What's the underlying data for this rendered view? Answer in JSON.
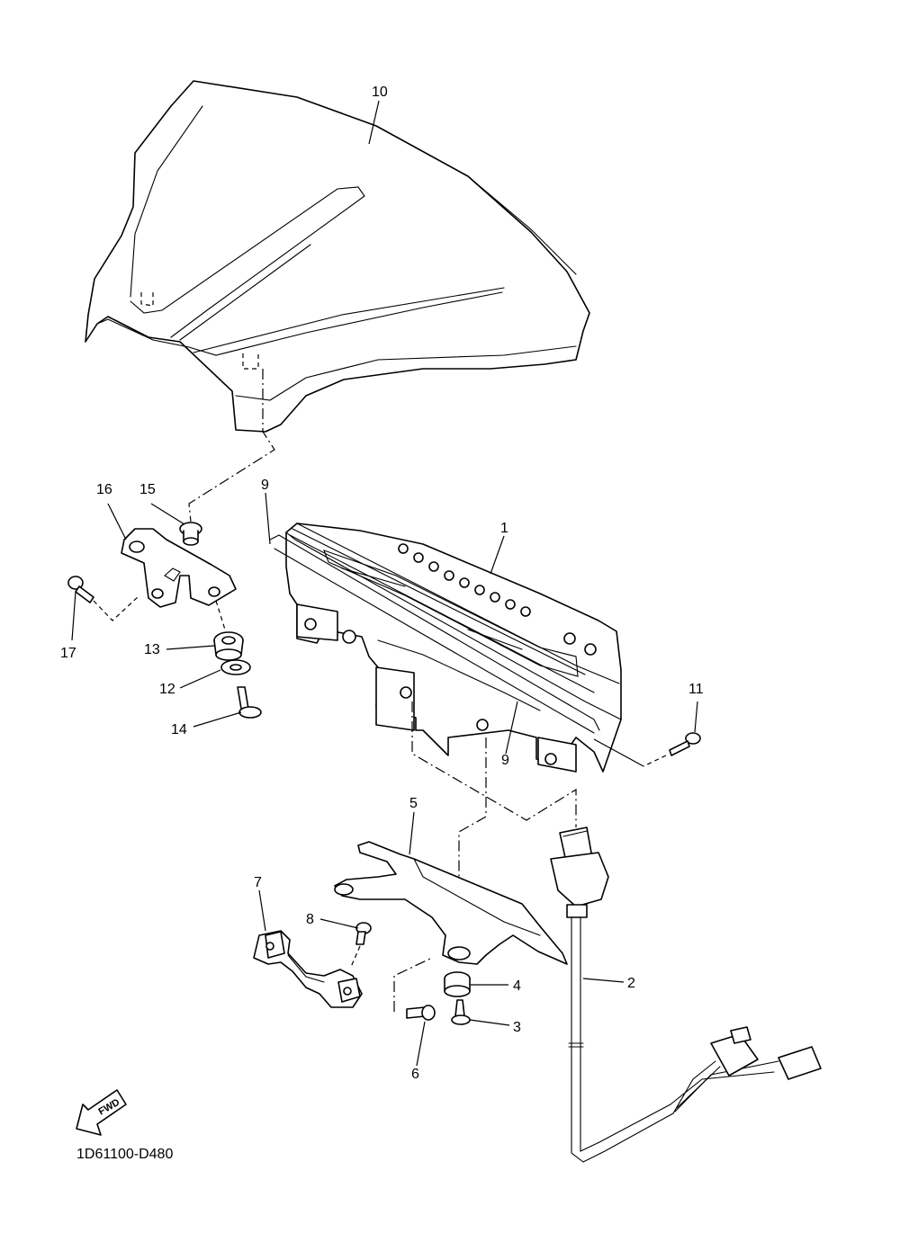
{
  "diagram_code": "1D61100-D480",
  "fwd_label": "FWD",
  "callouts": {
    "c1": "1",
    "c2": "2",
    "c3": "3",
    "c4": "4",
    "c5": "5",
    "c6": "6",
    "c7": "7",
    "c8": "8",
    "c9a": "9",
    "c9b": "9",
    "c10": "10",
    "c11": "11",
    "c12": "12",
    "c13": "13",
    "c14": "14",
    "c15": "15",
    "c16": "16",
    "c17": "17"
  }
}
